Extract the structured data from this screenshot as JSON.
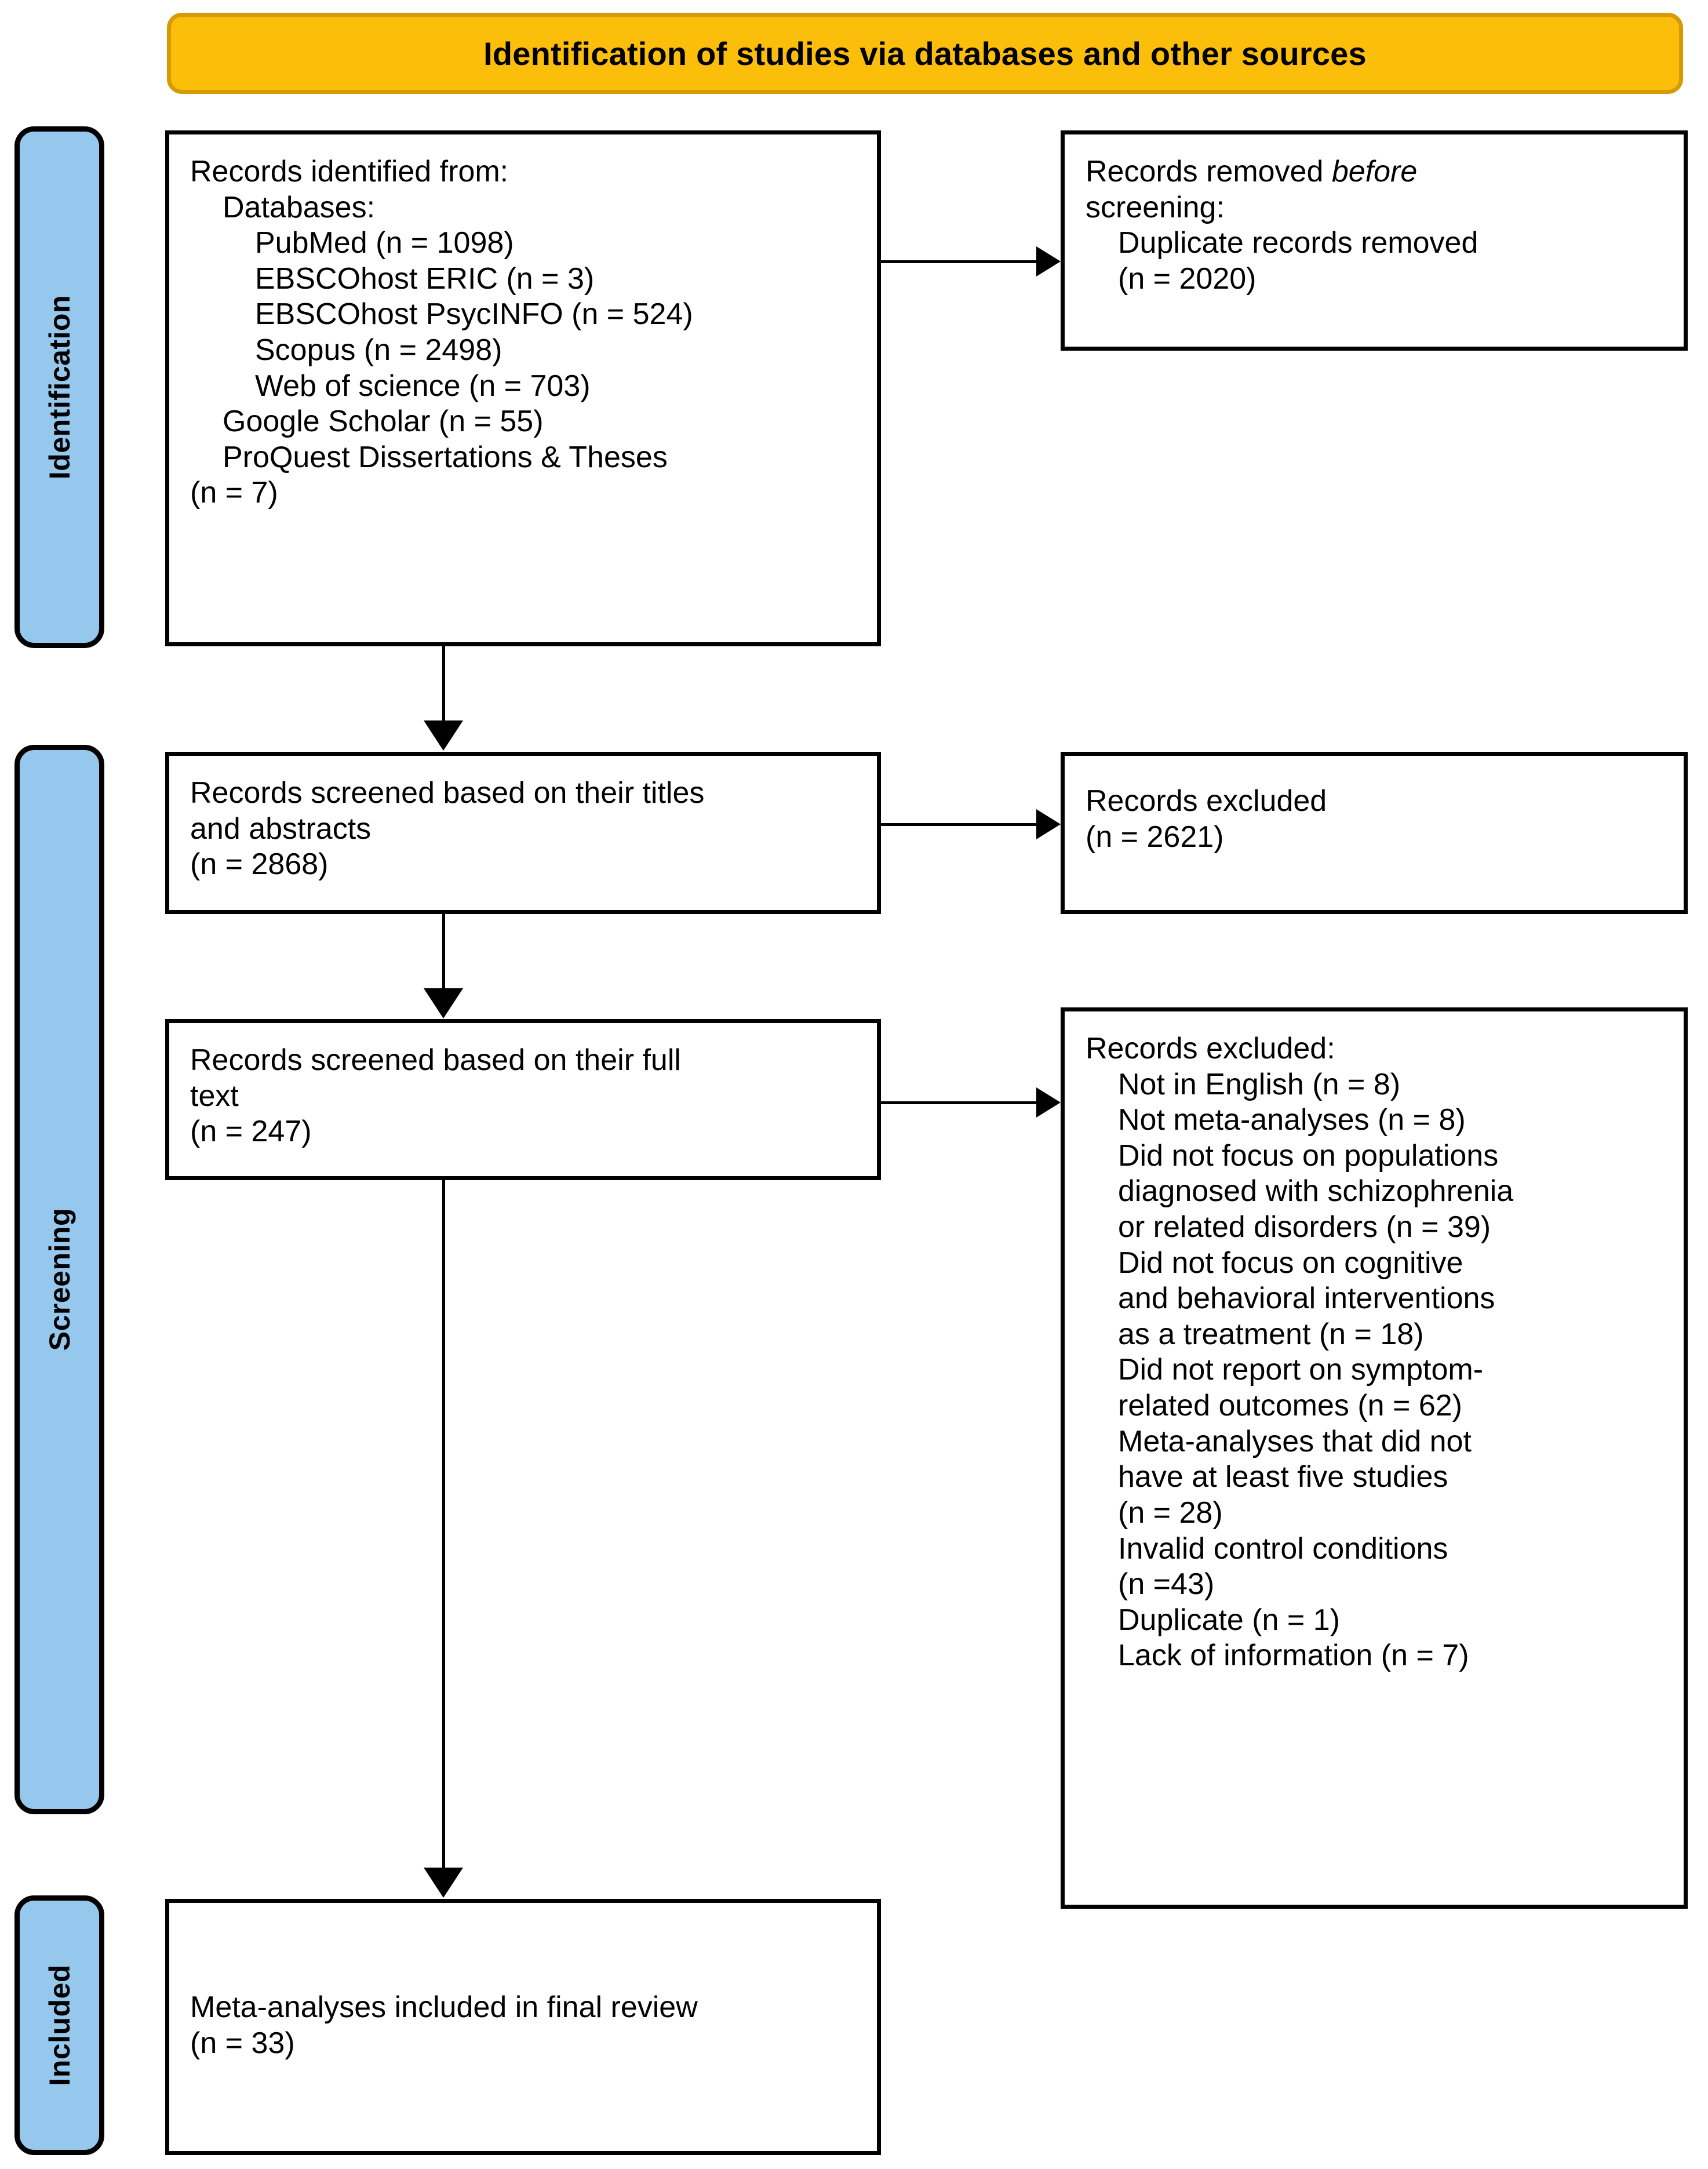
{
  "header": {
    "title": "Identification of studies via databases and other sources"
  },
  "colors": {
    "banner_fill": "#FBBE0B",
    "banner_border": "#D69A02",
    "stage_fill": "#95C8EC",
    "stage_border": "#000000",
    "box_border": "#000000",
    "text": "#000000"
  },
  "stages": [
    {
      "label": "Identification"
    },
    {
      "label": "Screening"
    },
    {
      "label": "Included"
    }
  ],
  "boxes": {
    "identified": {
      "lines": [
        {
          "text": "Records identified from:",
          "indent": 0,
          "italic": false
        },
        {
          "text": "Databases:",
          "indent": 1,
          "italic": false
        },
        {
          "text": "PubMed (n = 1098)",
          "indent": 2,
          "italic": false
        },
        {
          "text": "EBSCOhost ERIC (n = 3)",
          "indent": 2,
          "italic": false
        },
        {
          "text": "EBSCOhost PsycINFO (n = 524)",
          "indent": 2,
          "italic": false
        },
        {
          "text": "Scopus (n = 2498)",
          "indent": 2,
          "italic": false
        },
        {
          "text": "Web of science (n = 703)",
          "indent": 2,
          "italic": false
        },
        {
          "text": "Google Scholar (n = 55)",
          "indent": 1,
          "italic": false
        },
        {
          "text": "ProQuest Dissertations & Theses",
          "indent": 1,
          "italic": false
        },
        {
          "text": "(n = 7)",
          "indent": 1,
          "italic": false
        }
      ]
    },
    "removed_before_screening": {
      "lines": [
        {
          "text": "Records removed ",
          "indent": 0,
          "italic": false,
          "trailing_italic": "before"
        },
        {
          "text": "screening",
          "indent": 0,
          "italic": true,
          "trailing_plain": ":"
        },
        {
          "text": "Duplicate records removed",
          "indent": 1,
          "italic": false
        },
        {
          "text": "(n = 2020)",
          "indent": 1,
          "italic": false
        }
      ]
    },
    "screened_titles": {
      "lines": [
        {
          "text": "Records screened based on their titles",
          "indent": 0,
          "italic": false
        },
        {
          "text": "and abstracts",
          "indent": 0,
          "italic": false
        },
        {
          "text": "(n = 2868)",
          "indent": 0,
          "italic": false
        }
      ]
    },
    "excluded_titles": {
      "lines": [
        {
          "text": "Records excluded",
          "indent": 0,
          "italic": false
        },
        {
          "text": "(n = 2621)",
          "indent": 0,
          "italic": false
        }
      ]
    },
    "screened_fulltext": {
      "lines": [
        {
          "text": "Records screened based on their full",
          "indent": 0,
          "italic": false
        },
        {
          "text": "text",
          "indent": 0,
          "italic": false
        },
        {
          "text": "(n = 247)",
          "indent": 0,
          "italic": false
        }
      ]
    },
    "excluded_fulltext": {
      "lines": [
        {
          "text": "Records excluded:",
          "indent": 0,
          "italic": false
        },
        {
          "text": "Not in English (n = 8)",
          "indent": 1,
          "italic": false
        },
        {
          "text": "Not meta-analyses (n = 8)",
          "indent": 1,
          "italic": false
        },
        {
          "text": "Did not focus on populations",
          "indent": 1,
          "italic": false
        },
        {
          "text": "diagnosed with schizophrenia",
          "indent": 1,
          "italic": false
        },
        {
          "text": "or related disorders (n = 39)",
          "indent": 1,
          "italic": false
        },
        {
          "text": "Did not focus on cognitive",
          "indent": 1,
          "italic": false
        },
        {
          "text": "and behavioral interventions",
          "indent": 1,
          "italic": false
        },
        {
          "text": "as a treatment (n = 18)",
          "indent": 1,
          "italic": false
        },
        {
          "text": "Did not report on symptom-",
          "indent": 1,
          "italic": false
        },
        {
          "text": "related outcomes (n = 62)",
          "indent": 1,
          "italic": false
        },
        {
          "text": "Meta-analyses that did not",
          "indent": 1,
          "italic": false
        },
        {
          "text": "have at least five studies",
          "indent": 1,
          "italic": false
        },
        {
          "text": "(n = 28)",
          "indent": 1,
          "italic": false
        },
        {
          "text": "Invalid control conditions",
          "indent": 1,
          "italic": false
        },
        {
          "text": "(n =43)",
          "indent": 1,
          "italic": false
        },
        {
          "text": "Duplicate (n = 1)",
          "indent": 1,
          "italic": false
        },
        {
          "text": "Lack of information (n = 7)",
          "indent": 1,
          "italic": false
        }
      ]
    },
    "included_final": {
      "lines": [
        {
          "text": "Meta-analyses included in final review",
          "indent": 0,
          "italic": false
        },
        {
          "text": "(n = 33)",
          "indent": 0,
          "italic": false
        }
      ]
    }
  }
}
